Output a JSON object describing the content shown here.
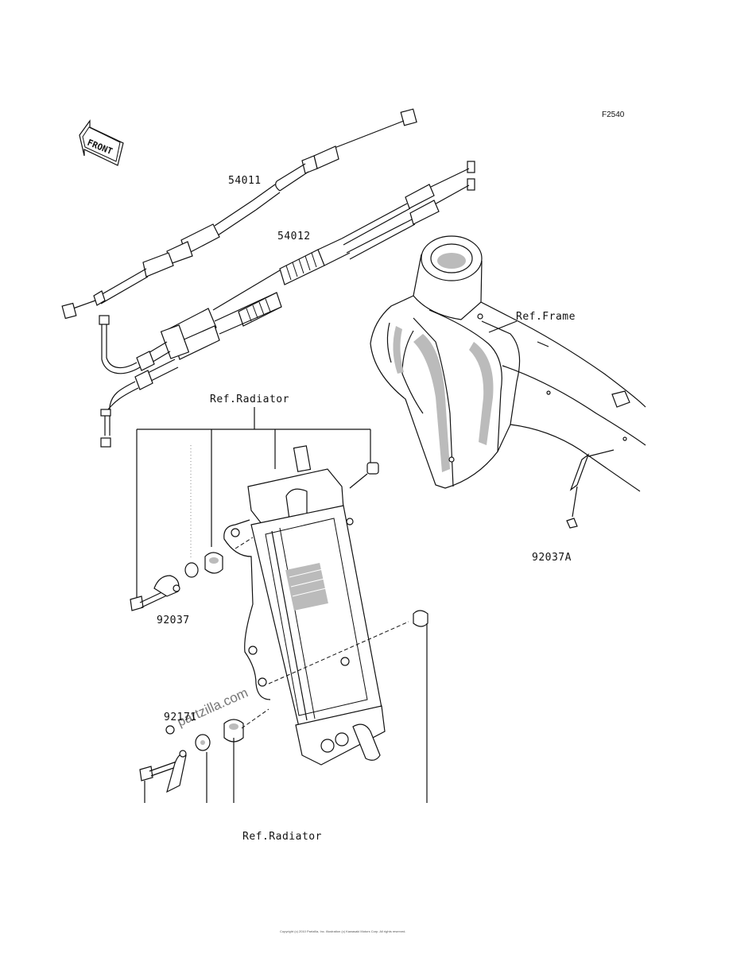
{
  "diagram": {
    "figure_code": "F2540",
    "front_label": "FRONT",
    "labels": {
      "cable_a": "54011",
      "cable_b": "54012",
      "ref_frame": "Ref.Frame",
      "ref_radiator_top": "Ref.Radiator",
      "clamp": "92037",
      "clamp_a": "92037A",
      "clip": "92171",
      "ref_radiator_bottom": "Ref.Radiator"
    },
    "watermark": "partzilla.com",
    "copyright": "Copyright (c) 2010 Partzilla, Inc. Illustration (c) Kawasaki Motors Corp. All rights reserved."
  }
}
